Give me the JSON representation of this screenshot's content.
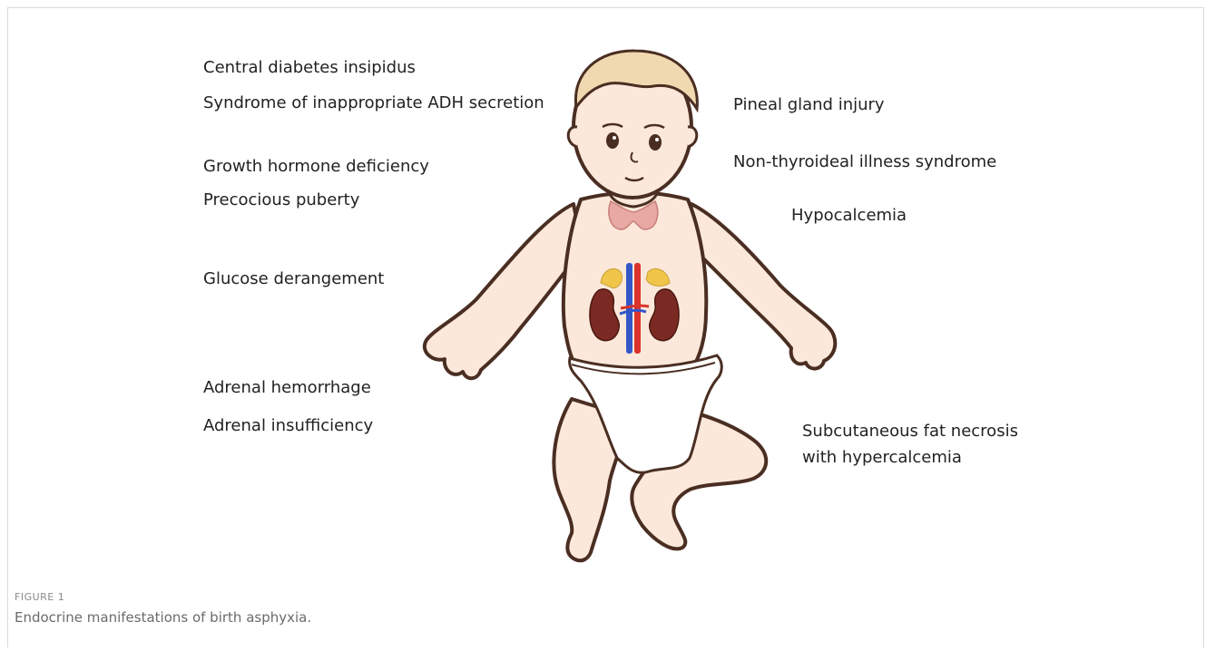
{
  "labels_left": [
    "Central diabetes insipidus",
    "Syndrome of inappropriate ADH secretion",
    "Growth hormone deficiency",
    "Precocious puberty",
    "Glucose derangement",
    "Adrenal hemorrhage",
    "Adrenal insufficiency"
  ],
  "labels_right": [
    "Pineal gland injury",
    "Non-thyroideal illness syndrome",
    "Hypocalcemia",
    "Subcutaneous fat necrosis\nwith hypercalcemia"
  ],
  "caption": {
    "tag": "FIGURE 1",
    "text": "Endocrine manifestations of birth asphyxia."
  },
  "colors": {
    "outline": "#4a2e22",
    "skin": "#fbe8da",
    "hair": "#f0d9b0",
    "thyroid": "#e8a8a3",
    "kidney": "#7a2a22",
    "adrenal": "#f0c64a",
    "aorta": "#d9332b",
    "vena_cava": "#3556c9"
  }
}
